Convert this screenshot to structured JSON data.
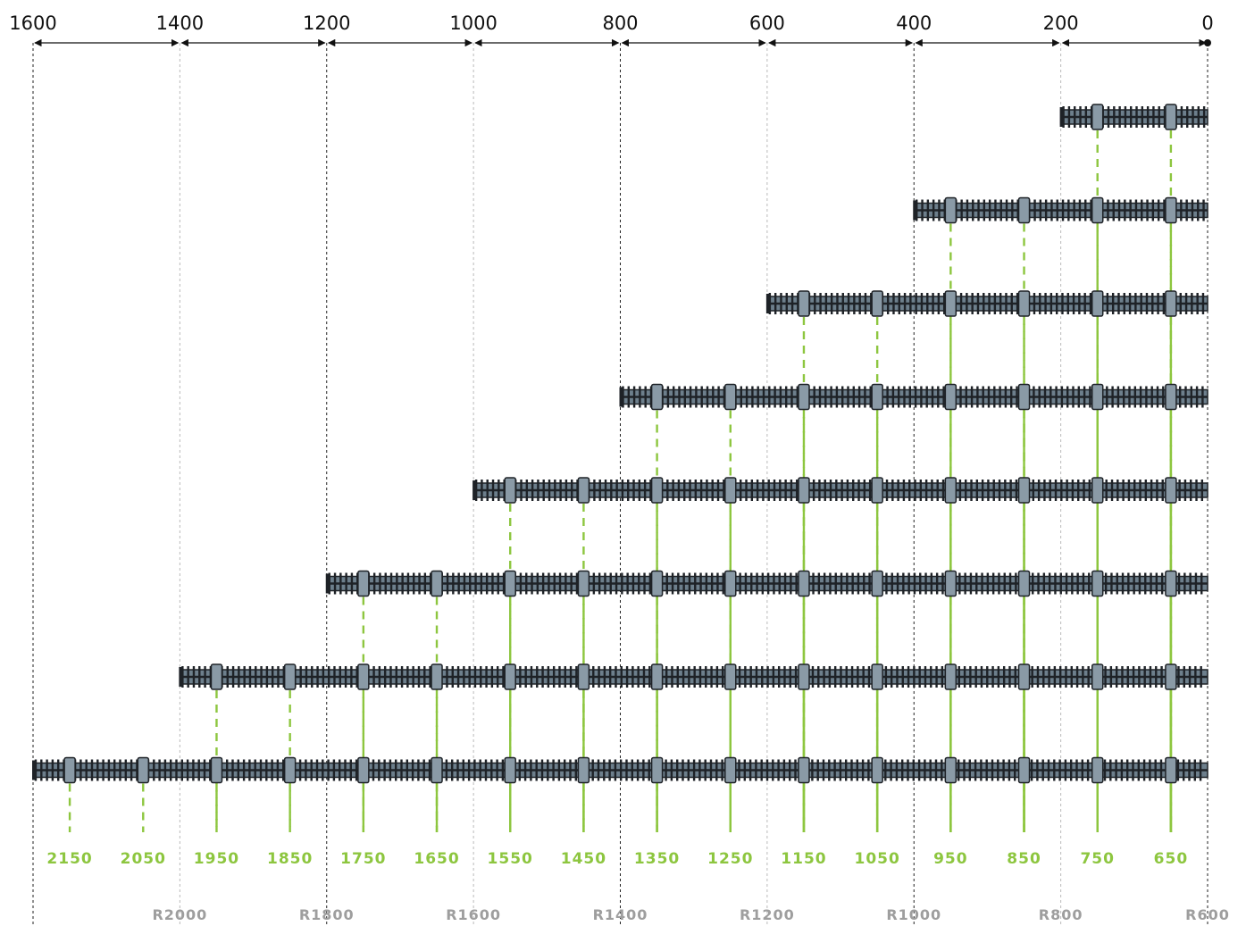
{
  "top_scale": {
    "labels": [
      "1600",
      "1400",
      "1200",
      "1000",
      "800",
      "600",
      "400",
      "200",
      "0"
    ]
  },
  "chain_rows": [
    {
      "length": 200,
      "start": 200
    },
    {
      "length": 400,
      "start": 400
    },
    {
      "length": 600,
      "start": 600
    },
    {
      "length": 800,
      "start": 800
    },
    {
      "length": 1000,
      "start": 1000
    },
    {
      "length": 1200,
      "start": 1200
    },
    {
      "length": 1400,
      "start": 1400
    },
    {
      "length": 1600,
      "start": 1600
    }
  ],
  "segment_positions": [
    2150,
    2050,
    1950,
    1850,
    1750,
    1650,
    1550,
    1450,
    1350,
    1250,
    1150,
    1050,
    950,
    850,
    750,
    650
  ],
  "segment_labels": [
    "2150",
    "2050",
    "1950",
    "1850",
    "1750",
    "1650",
    "1550",
    "1450",
    "1350",
    "1250",
    "1150",
    "1050",
    "950",
    "850",
    "750",
    "650"
  ],
  "radius_labels": [
    "R2000",
    "R1800",
    "R1600",
    "R1400",
    "R1200",
    "R1000",
    "R800",
    "R600"
  ],
  "colors": {
    "accent_green": "#8dc63f",
    "label_gray": "#9e9e9e",
    "chain_dark": "#1e2227",
    "chain_face": "#6d7f8c",
    "guide": "#333333"
  }
}
